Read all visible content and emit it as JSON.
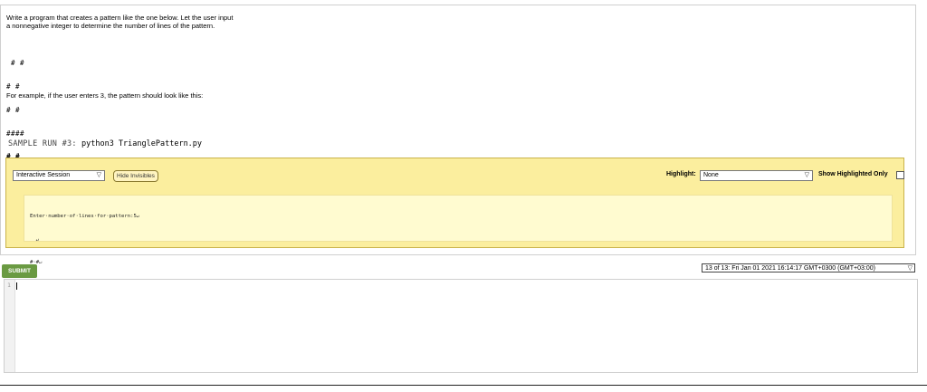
{
  "problem": {
    "line1": "Write a program that creates a pattern like the one below. Let the user input",
    "line2": "a nonnegative integer to determine the number of lines of the pattern.",
    "pattern1": [
      " # #",
      "# #",
      "# #",
      "# #",
      "# #"
    ],
    "example_text": "For example, if the user enters 3, the pattern should look like this:",
    "pattern2": [
      " # #",
      "# #"
    ],
    "sample_run_label": "SAMPLE RUN #3:",
    "sample_run_command": "python3 TrianglePattern.py"
  },
  "session": {
    "mode_select": "Interactive Session",
    "hide_invisibles_label": "Hide Invisibles",
    "highlight_label": "Highlight:",
    "highlight_value": "None",
    "show_highlighted_label": "Show Highlighted Only",
    "lines": [
      "Enter·number·of·lines·for·pattern:5↵",
      "  ↵",
      "#·#↵",
      "#··#↵",
      "#···#↵",
      "#····#↵"
    ]
  },
  "actions": {
    "submit_label": "SUBMIT",
    "history_select": "13 of 13: Fri Jan 01 2021 16:14:17 GMT+0300 (GMT+03:00)"
  },
  "editor": {
    "line_number": "1"
  }
}
